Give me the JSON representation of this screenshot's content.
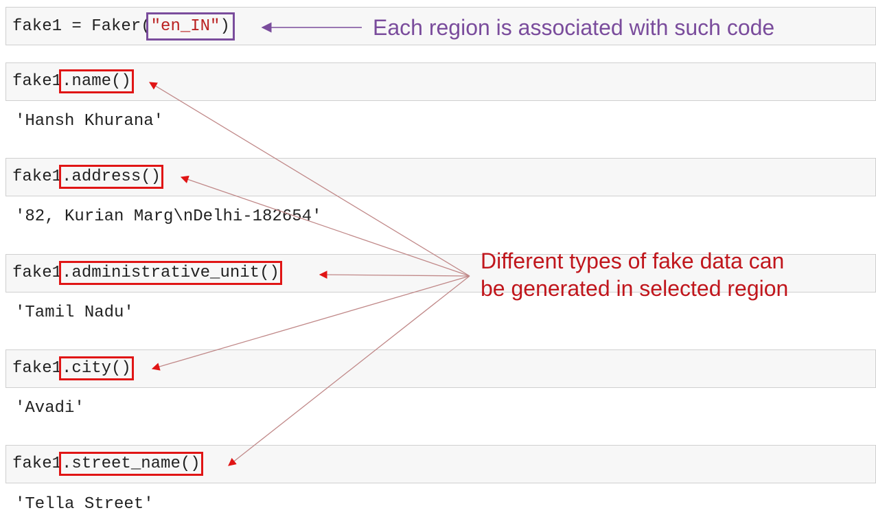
{
  "colors": {
    "highlight_box": "#e01515",
    "region_box": "#7a4c9c",
    "region_note": "#7a4c9c",
    "types_note": "#c0161c",
    "arrow": "#c08888"
  },
  "setup_cell": {
    "prefix": "fake1 = Faker(",
    "locale": "\"en_IN\"",
    "suffix": ")"
  },
  "cells": [
    {
      "object": "fake1",
      "method": ".name()",
      "output": "'Hansh Khurana'"
    },
    {
      "object": "fake1",
      "method": ".address()",
      "output": "'82, Kurian Marg\\nDelhi-182654'"
    },
    {
      "object": "fake1",
      "method": ".administrative_unit()",
      "output": "'Tamil Nadu'"
    },
    {
      "object": "fake1",
      "method": ".city()",
      "output": "'Avadi'"
    },
    {
      "object": "fake1",
      "method": ".street_name()",
      "output": "'Tella Street'"
    }
  ],
  "annotations": {
    "region_note": "Each region is associated with such code",
    "types_note_line1": "Different types of fake data can",
    "types_note_line2": "be generated in selected region"
  }
}
